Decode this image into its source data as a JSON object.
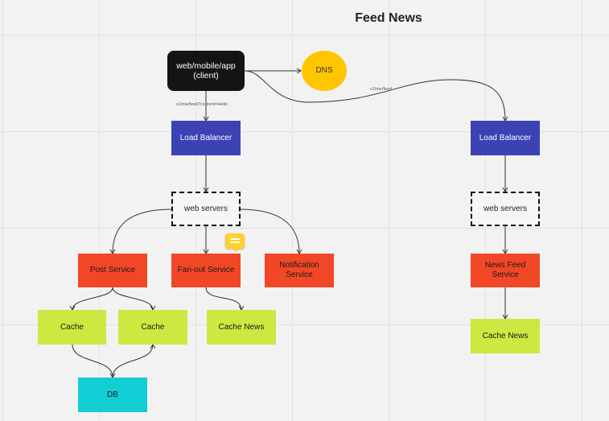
{
  "board": {
    "title": "Feed News"
  },
  "nodes": {
    "client": "web/mobile/app\n(client)",
    "dns": "DNS",
    "lb_left": "Load Balancer",
    "web_left": "web servers",
    "post_service": "Post Service",
    "fanout_service": "Fan-out Service",
    "notification_service": "Notification\nService",
    "cache_1": "Cache",
    "cache_2": "Cache",
    "cache_news_left": "Cache News",
    "db": "DB",
    "lb_right": "Load Balancer",
    "web_right": "web servers",
    "news_feed_service": "News Feed\nService",
    "cache_news_right": "Cache News"
  },
  "edge_labels": {
    "post_request": "v1/me/feed?content=Hello",
    "get_request": "v1/me/feed"
  },
  "colors": {
    "client": "#141414",
    "dns": "#ffc600",
    "load_balancer": "#3c42b4",
    "service": "#f24726",
    "cache": "#cee741",
    "db": "#12cdd4"
  },
  "icons": {
    "comment": "comment-icon"
  }
}
